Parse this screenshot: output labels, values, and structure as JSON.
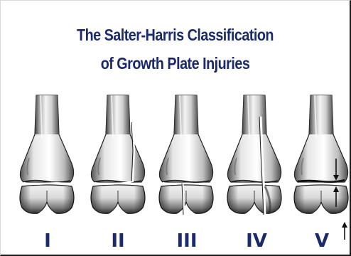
{
  "title": {
    "line1": "The Salter-Harris Classification",
    "line2": "of Growth Plate Injuries"
  },
  "types": [
    {
      "numeral": "I"
    },
    {
      "numeral": "II"
    },
    {
      "numeral": "III"
    },
    {
      "numeral": "IV"
    },
    {
      "numeral": "V"
    }
  ],
  "colors": {
    "title": "#1b2a6b",
    "numeral": "#1b2a6b",
    "bone_shadow": "#4a4a4a",
    "bone_highlight": "#ffffff"
  }
}
